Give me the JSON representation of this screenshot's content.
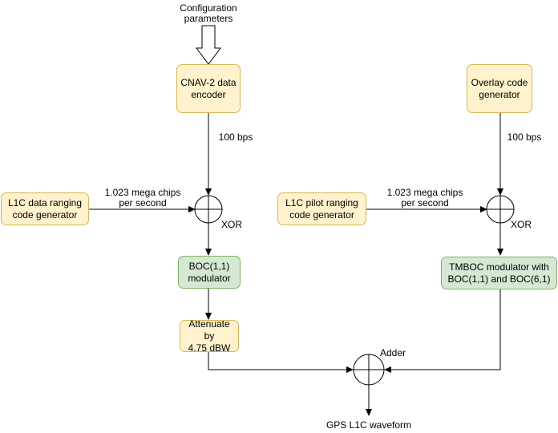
{
  "input": {
    "label": "Configuration\nparameters"
  },
  "data_channel": {
    "encoder": "CNAV-2 data\nencoder",
    "rate": "100 bps",
    "ranging_generator": "L1C data ranging\ncode generator",
    "chip_rate": "1.023 mega chips\nper second",
    "xor": "XOR",
    "modulator": "BOC(1,1)\nmodulator",
    "attenuator": "Attenuate by\n4.75 dBW"
  },
  "pilot_channel": {
    "overlay_generator": "Overlay code\ngenerator",
    "rate": "100 bps",
    "ranging_generator": "L1C pilot ranging\ncode generator",
    "chip_rate": "1.023 mega chips\nper second",
    "xor": "XOR",
    "modulator": "TMBOC modulator with\nBOC(1,1) and BOC(6,1)"
  },
  "adder": {
    "label": "Adder"
  },
  "output": {
    "label": "GPS L1C waveform"
  },
  "colors": {
    "process_fill": "#fff2cc",
    "process_stroke": "#d6b656",
    "modulator_fill": "#d5e8d4",
    "modulator_stroke": "#82b366",
    "line": "#000000"
  }
}
